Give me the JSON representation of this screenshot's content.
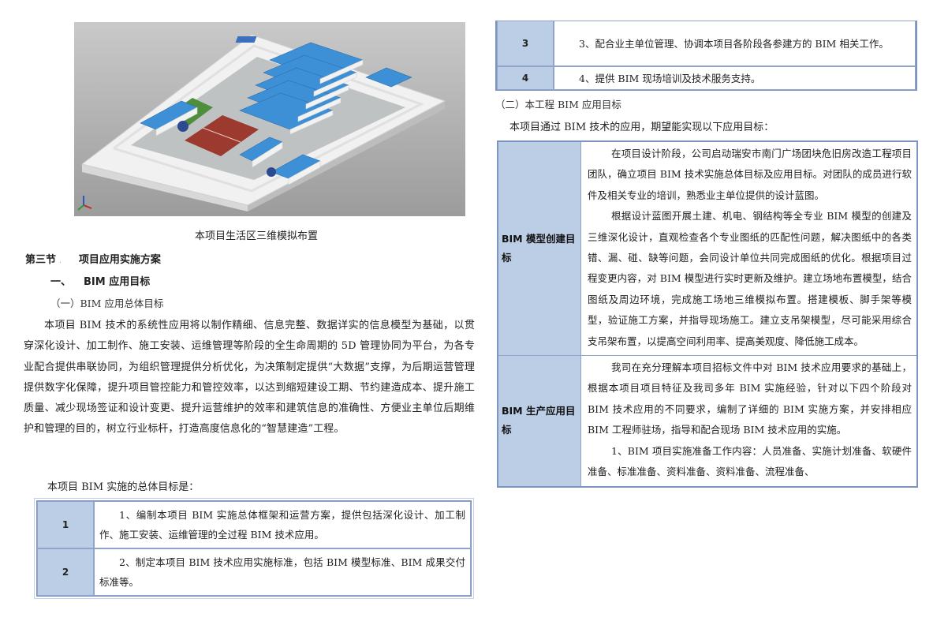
{
  "left": {
    "caption": "本项目生活区三维模拟布置",
    "section": {
      "num": "第三节",
      "title": "项目应用实施方案"
    },
    "subsection": {
      "num": "一、",
      "title": "BIM 应用目标"
    },
    "minor": "（一）BIM 应用总体目标",
    "paragraph": "本项目 BIM 技术的系统性应用将以制作精细、信息完整、数据详实的信息模型为基础，以贯穿深化设计、加工制作、施工安装、运维管理等阶段的全生命周期的 5D 管理协同为平台，为各专业配合提供串联协同，为组织管理提供分析优化，为决策制定提供“大数据”支撑，为后期运营管理提供数字化保障，提升项目管控能力和管控效率，以达到缩短建设工期、节约建造成本、提升施工质量、减少现场签证和设计变更、提升运营维护的效率和建筑信息的准确性、方便业主单位后期维护和管理的目的，树立行业标杆，打造高度信息化的“智慧建造”工程。",
    "goal_intro": "本项目 BIM 实施的总体目标是：",
    "goals": [
      {
        "idx": "1",
        "text": "1、编制本项目 BIM 实施总体框架和运营方案，提供包括深化设计、加工制作、施工安装、运维管理的全过程 BIM 技术应用。"
      },
      {
        "idx": "2",
        "text": "2、制定本项目 BIM 技术应用实施标准，包括 BIM 模型标准、BIM 成果交付标准等。"
      }
    ]
  },
  "right": {
    "goals": [
      {
        "idx": "3",
        "text": "3、配合业主单位管理、协调本项目各阶段各参建方的 BIM 相关工作。"
      },
      {
        "idx": "4",
        "text": "4、提供 BIM 现场培训及技术服务支持。"
      }
    ],
    "minor": "（二）本工程 BIM 应用目标",
    "intro": "本项目通过 BIM 技术的应用，期望能实现以下应用目标：",
    "rows": [
      {
        "label": "BIM 模型创建目标",
        "paras": [
          "在项目设计阶段，公司启动瑞安市南门广场团块危旧房改造工程项目团队，确立项目 BIM 技术实施总体目标及应用目标。对团队的成员进行软件及相关专业的培训，熟悉业主单位提供的设计蓝图。",
          "根据设计蓝图开展土建、机电、钢结构等全专业 BIM 模型的创建及三维深化设计，直观检查各个专业图纸的匹配性问题，解决图纸中的各类错、漏、碰、缺等问题，会同设计单位共同完成图纸的优化。根据项目过程变更内容，对 BIM 模型进行实时更新及维护。建立场地布置模型，结合图纸及周边环境，完成施工场地三维模拟布置。搭建模板、脚手架等模型，验证施工方案，并指导现场施工。建立支吊架模型，尽可能采用综合支吊架布置，以提高空间利用率、提高美观度、降低施工成本。"
        ]
      },
      {
        "label": "BIM 生产应用目标",
        "paras": [
          "我司在充分理解本项目招标文件中对 BIM 技术应用要求的基础上，根据本项目项目特征及我司多年 BIM 实施经验，针对以下四个阶段对 BIM 技术应用的不同要求，编制了详细的 BIM 实施方案，并安排相应 BIM 工程师驻场，指导和配合现场 BIM 技术应用的实施。",
          "1、BIM 项目实施准备工作内容：人员准备、实施计划准备、软硬件准备、标准准备、资料准备、资料准备、流程准备、"
        ]
      }
    ]
  }
}
